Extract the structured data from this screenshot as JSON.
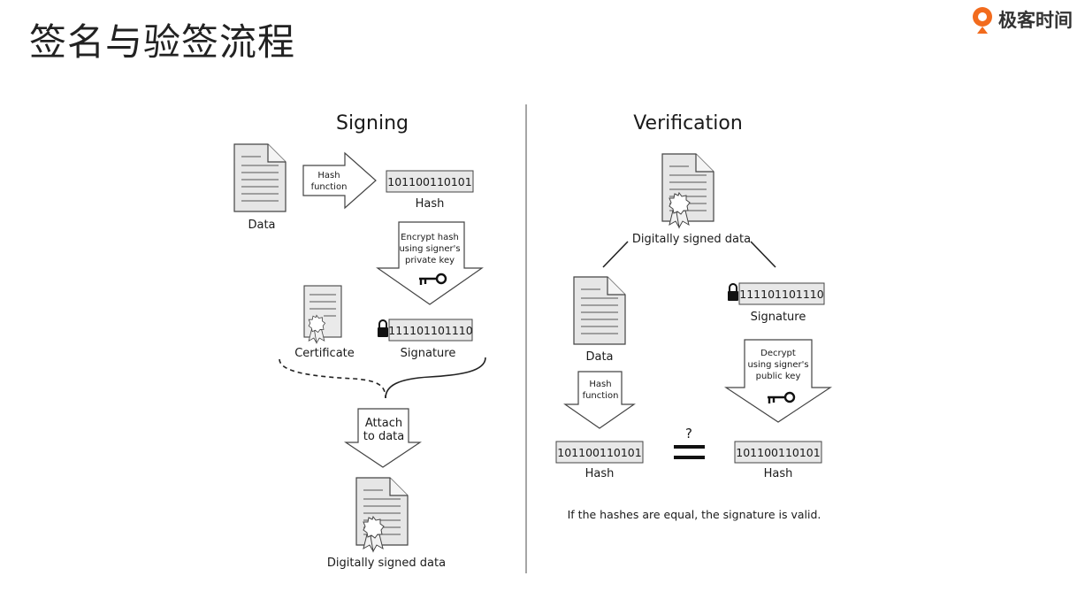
{
  "page": {
    "title": "签名与验签流程"
  },
  "brand": {
    "name": "极客时间",
    "accent": "#f26b1d"
  },
  "signing": {
    "title": "Signing",
    "data_label": "Data",
    "hash_function_line1": "Hash",
    "hash_function_line2": "function",
    "hash_value": "101100110101",
    "hash_label": "Hash",
    "encrypt_line1": "Encrypt hash",
    "encrypt_line2": "using signer's",
    "encrypt_line3": "private key",
    "certificate_label": "Certificate",
    "signature_value": "111101101110",
    "signature_label": "Signature",
    "attach_line1": "Attach",
    "attach_line2": "to data",
    "signed_data_label": "Digitally signed data"
  },
  "verification": {
    "title": "Verification",
    "signed_data_label": "Digitally signed data",
    "data_label": "Data",
    "signature_value": "111101101110",
    "signature_label": "Signature",
    "hash_function_line1": "Hash",
    "hash_function_line2": "function",
    "decrypt_line1": "Decrypt",
    "decrypt_line2": "using signer's",
    "decrypt_line3": "public key",
    "hash_left_value": "101100110101",
    "hash_left_label": "Hash",
    "compare_mark": "?",
    "hash_right_value": "101100110101",
    "hash_right_label": "Hash",
    "conclusion": "If the hashes are equal, the signature is valid."
  },
  "colors": {
    "doc_fill": "#e6e6e6",
    "stroke": "#444444",
    "box_fill": "#e8e8e8"
  }
}
